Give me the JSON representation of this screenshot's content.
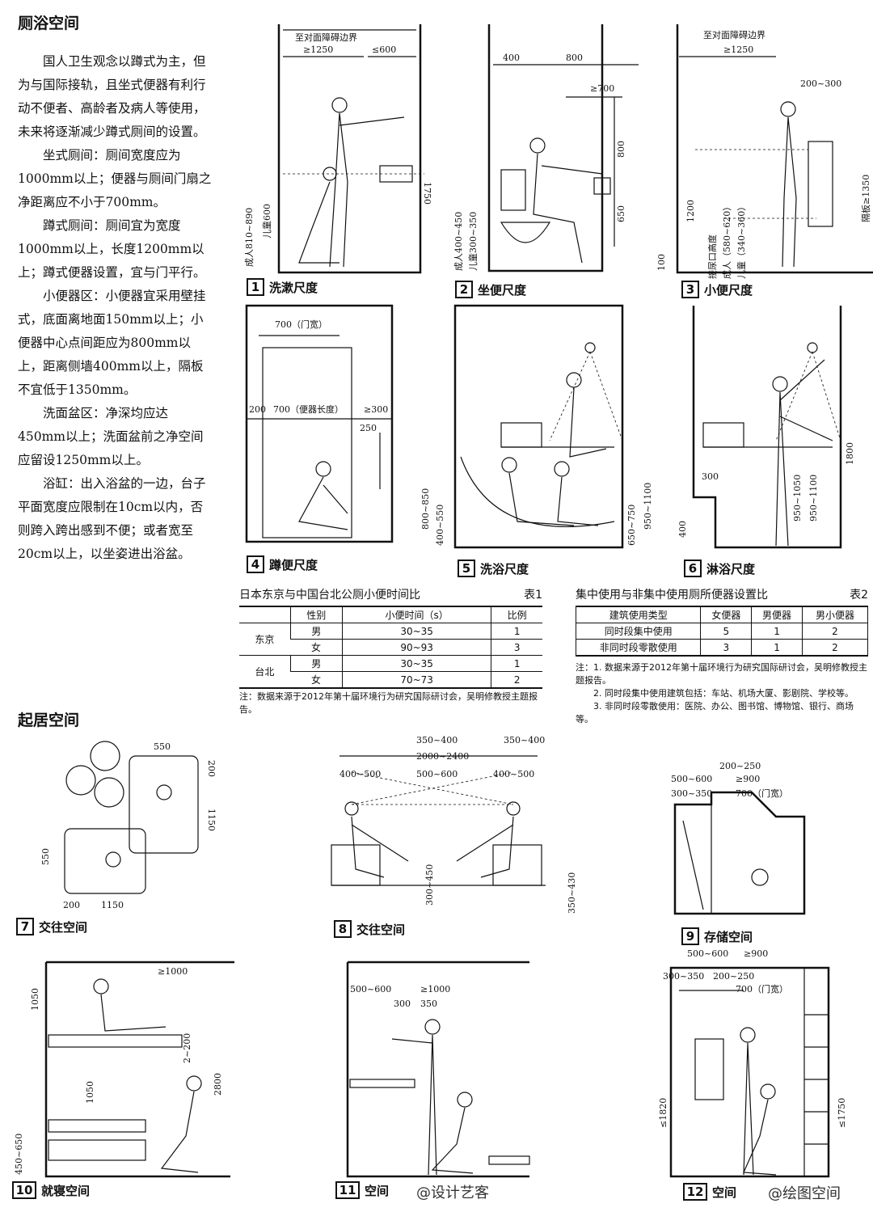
{
  "left": {
    "title_bath": "厕浴空间",
    "paragraphs": [
      "国人卫生观念以蹲式为主，但为与国际接轨，且坐式便器有利行动不便者、高龄者及病人等使用，未来将逐渐减少蹲式厕间的设置。",
      "坐式厕间：厕间宽度应为1000mm以上；便器与厕间门扇之净距离应不小于700mm。",
      "蹲式厕间：厕间宜为宽度1000mm以上，长度1200mm以上；蹲式便器设置，宜与门平行。",
      "小便器区：小便器宜采用壁挂式，底面离地面150mm以上；小便器中心点间距应为800mm以上，距离侧墙400mm以上，隔板不宜低于1350mm。",
      "洗面盆区：净深均应达450mm以上；洗面盆前之净空间应留设1250mm以上。",
      "浴缸：出入浴盆的一边，台子平面宽度应限制在10cm以内，否则跨入跨出感到不便；或者宽至20cm以上，以坐姿进出浴盆。"
    ],
    "title_living": "起居空间"
  },
  "figures": [
    {
      "num": "1",
      "caption": "洗漱尺度",
      "labels": [
        "至对面障碍边界",
        "≥1250",
        "≤600",
        "1750",
        "成人810~890",
        "儿童600"
      ]
    },
    {
      "num": "2",
      "caption": "坐便尺度",
      "labels": [
        "400",
        "800",
        "≥700",
        "800",
        "650",
        "成人400~450",
        "儿童300~350",
        "100"
      ]
    },
    {
      "num": "3",
      "caption": "小便尺度",
      "labels": [
        "至对面障碍边界",
        "≥1250",
        "200~300",
        "1200",
        "接尿口高度",
        "成人（580~620）",
        "儿童（340~360）",
        "隔板≥1350"
      ]
    },
    {
      "num": "4",
      "caption": "蹲便尺度",
      "labels": [
        "700（门宽）",
        "200",
        "700（便器长度）",
        "≥300",
        "250"
      ]
    },
    {
      "num": "5",
      "caption": "洗浴尺度",
      "labels": [
        "800~850",
        "400~550",
        "650~750",
        "950~1100"
      ]
    },
    {
      "num": "6",
      "caption": "淋浴尺度",
      "labels": [
        "300",
        "400",
        "950~1050",
        "950~1100",
        "1800"
      ]
    },
    {
      "num": "7",
      "caption": "交往空间",
      "labels": [
        "550",
        "200",
        "1150",
        "550",
        "200",
        "1150"
      ]
    },
    {
      "num": "8",
      "caption": "交往空间",
      "labels": [
        "350~400",
        "350~400",
        "2000~2400",
        "400~500",
        "500~600",
        "400~500",
        "300~450",
        "350~430"
      ]
    },
    {
      "num": "9",
      "caption": "存储空间",
      "labels": [
        "200~250",
        "500~600",
        "≥900",
        "300~350",
        "700（门宽）"
      ]
    },
    {
      "num": "10",
      "caption": "就寝空间",
      "labels": [
        "≥1000",
        "1050",
        "2~200",
        "1050",
        "2800",
        "450~650"
      ]
    },
    {
      "num": "11",
      "caption": "空间",
      "labels": [
        "500~600",
        "≥1000",
        "300",
        "350"
      ]
    },
    {
      "num": "12",
      "caption": "空间",
      "labels": [
        "500~600",
        "≥900",
        "300~350",
        "200~250",
        "700（门宽）",
        "≤1820",
        "≤1750"
      ]
    }
  ],
  "table1": {
    "title": "日本东京与中国台北公厕小便时间比",
    "tag": "表1",
    "headers": [
      "",
      "性别",
      "小便时间（s）",
      "比例"
    ],
    "rows": [
      [
        "东京",
        "男",
        "30~35",
        "1"
      ],
      [
        "",
        "女",
        "90~93",
        "3"
      ],
      [
        "台北",
        "男",
        "30~35",
        "1"
      ],
      [
        "",
        "女",
        "70~73",
        "2"
      ]
    ],
    "note": "注：数据来源于2012年第十届环境行为研究国际研讨会，吴明修教授主题报告。"
  },
  "table2": {
    "title": "集中使用与非集中使用厕所便器设置比",
    "tag": "表2",
    "headers": [
      "建筑使用类型",
      "女便器",
      "男便器",
      "男小便器"
    ],
    "rows": [
      [
        "同时段集中使用",
        "5",
        "1",
        "2"
      ],
      [
        "非同时段零散使用",
        "3",
        "1",
        "2"
      ]
    ],
    "notes": [
      "注：1. 数据来源于2012年第十届环境行为研究国际研讨会，吴明修教授主题报告。",
      "2. 同时段集中使用建筑包括：车站、机场大厦、影剧院、学校等。",
      "3. 非同时段零散使用：医院、办公、图书馆、博物馆、银行、商场等。"
    ]
  },
  "watermarks": [
    "@设计艺客",
    "@绘图空间"
  ]
}
